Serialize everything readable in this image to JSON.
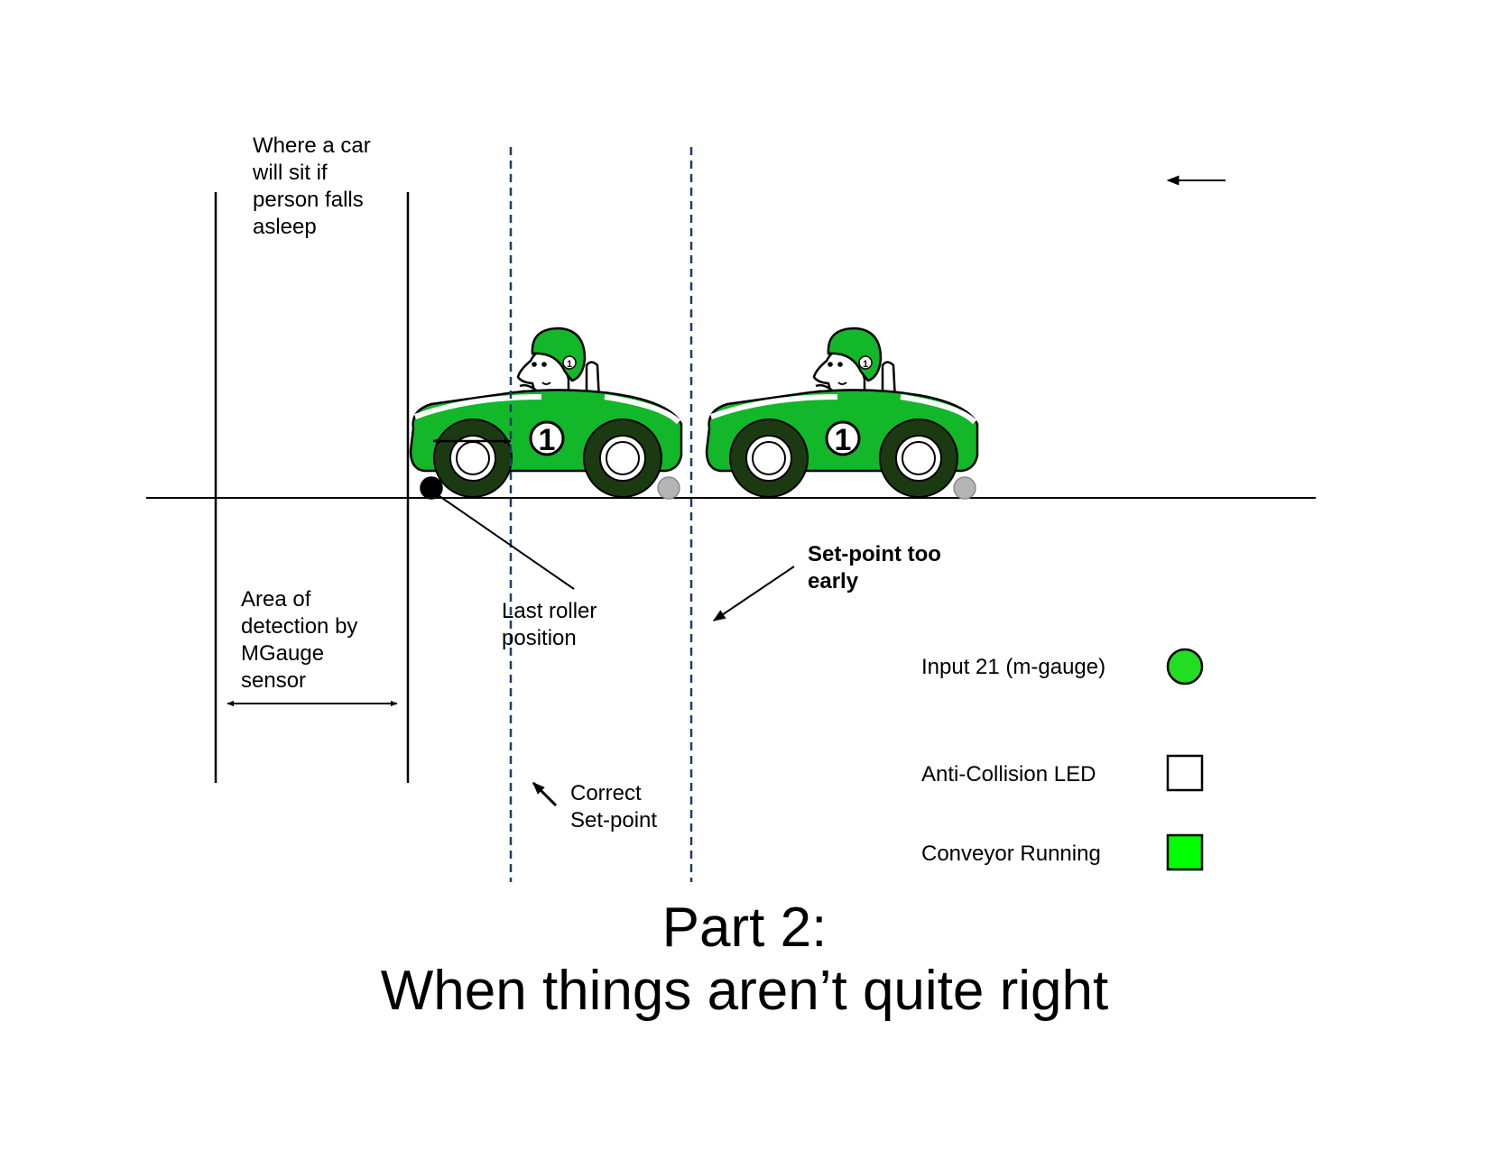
{
  "labels": {
    "asleep_note": "Where a car\nwill sit if\nperson falls\nasleep",
    "detection_area": "Area of\ndetection by\nMGauge\nsensor",
    "last_roller": "Last roller\nposition",
    "setpoint_early": "Set-point too\nearly",
    "correct_setpoint": "Correct\nSet-point"
  },
  "legend": [
    {
      "label": "Input 21 (m-gauge)",
      "shape": "circle",
      "fill": "#22dd22"
    },
    {
      "label": "Anti-Collision LED",
      "shape": "square",
      "fill": "#ffffff"
    },
    {
      "label": "Conveyor Running",
      "shape": "square",
      "fill": "#00ff00"
    }
  ],
  "title": {
    "line1": "Part 2:",
    "line2": "When things aren’t quite right"
  },
  "colors": {
    "car_body": "#13b72a",
    "wheel": "#1c3a12",
    "dashed_line": "#1f3d66",
    "roller_last": "#000000",
    "roller_other": "#b5b5b5"
  },
  "icons": [
    "race-car-icon",
    "direction-arrow-icon"
  ]
}
